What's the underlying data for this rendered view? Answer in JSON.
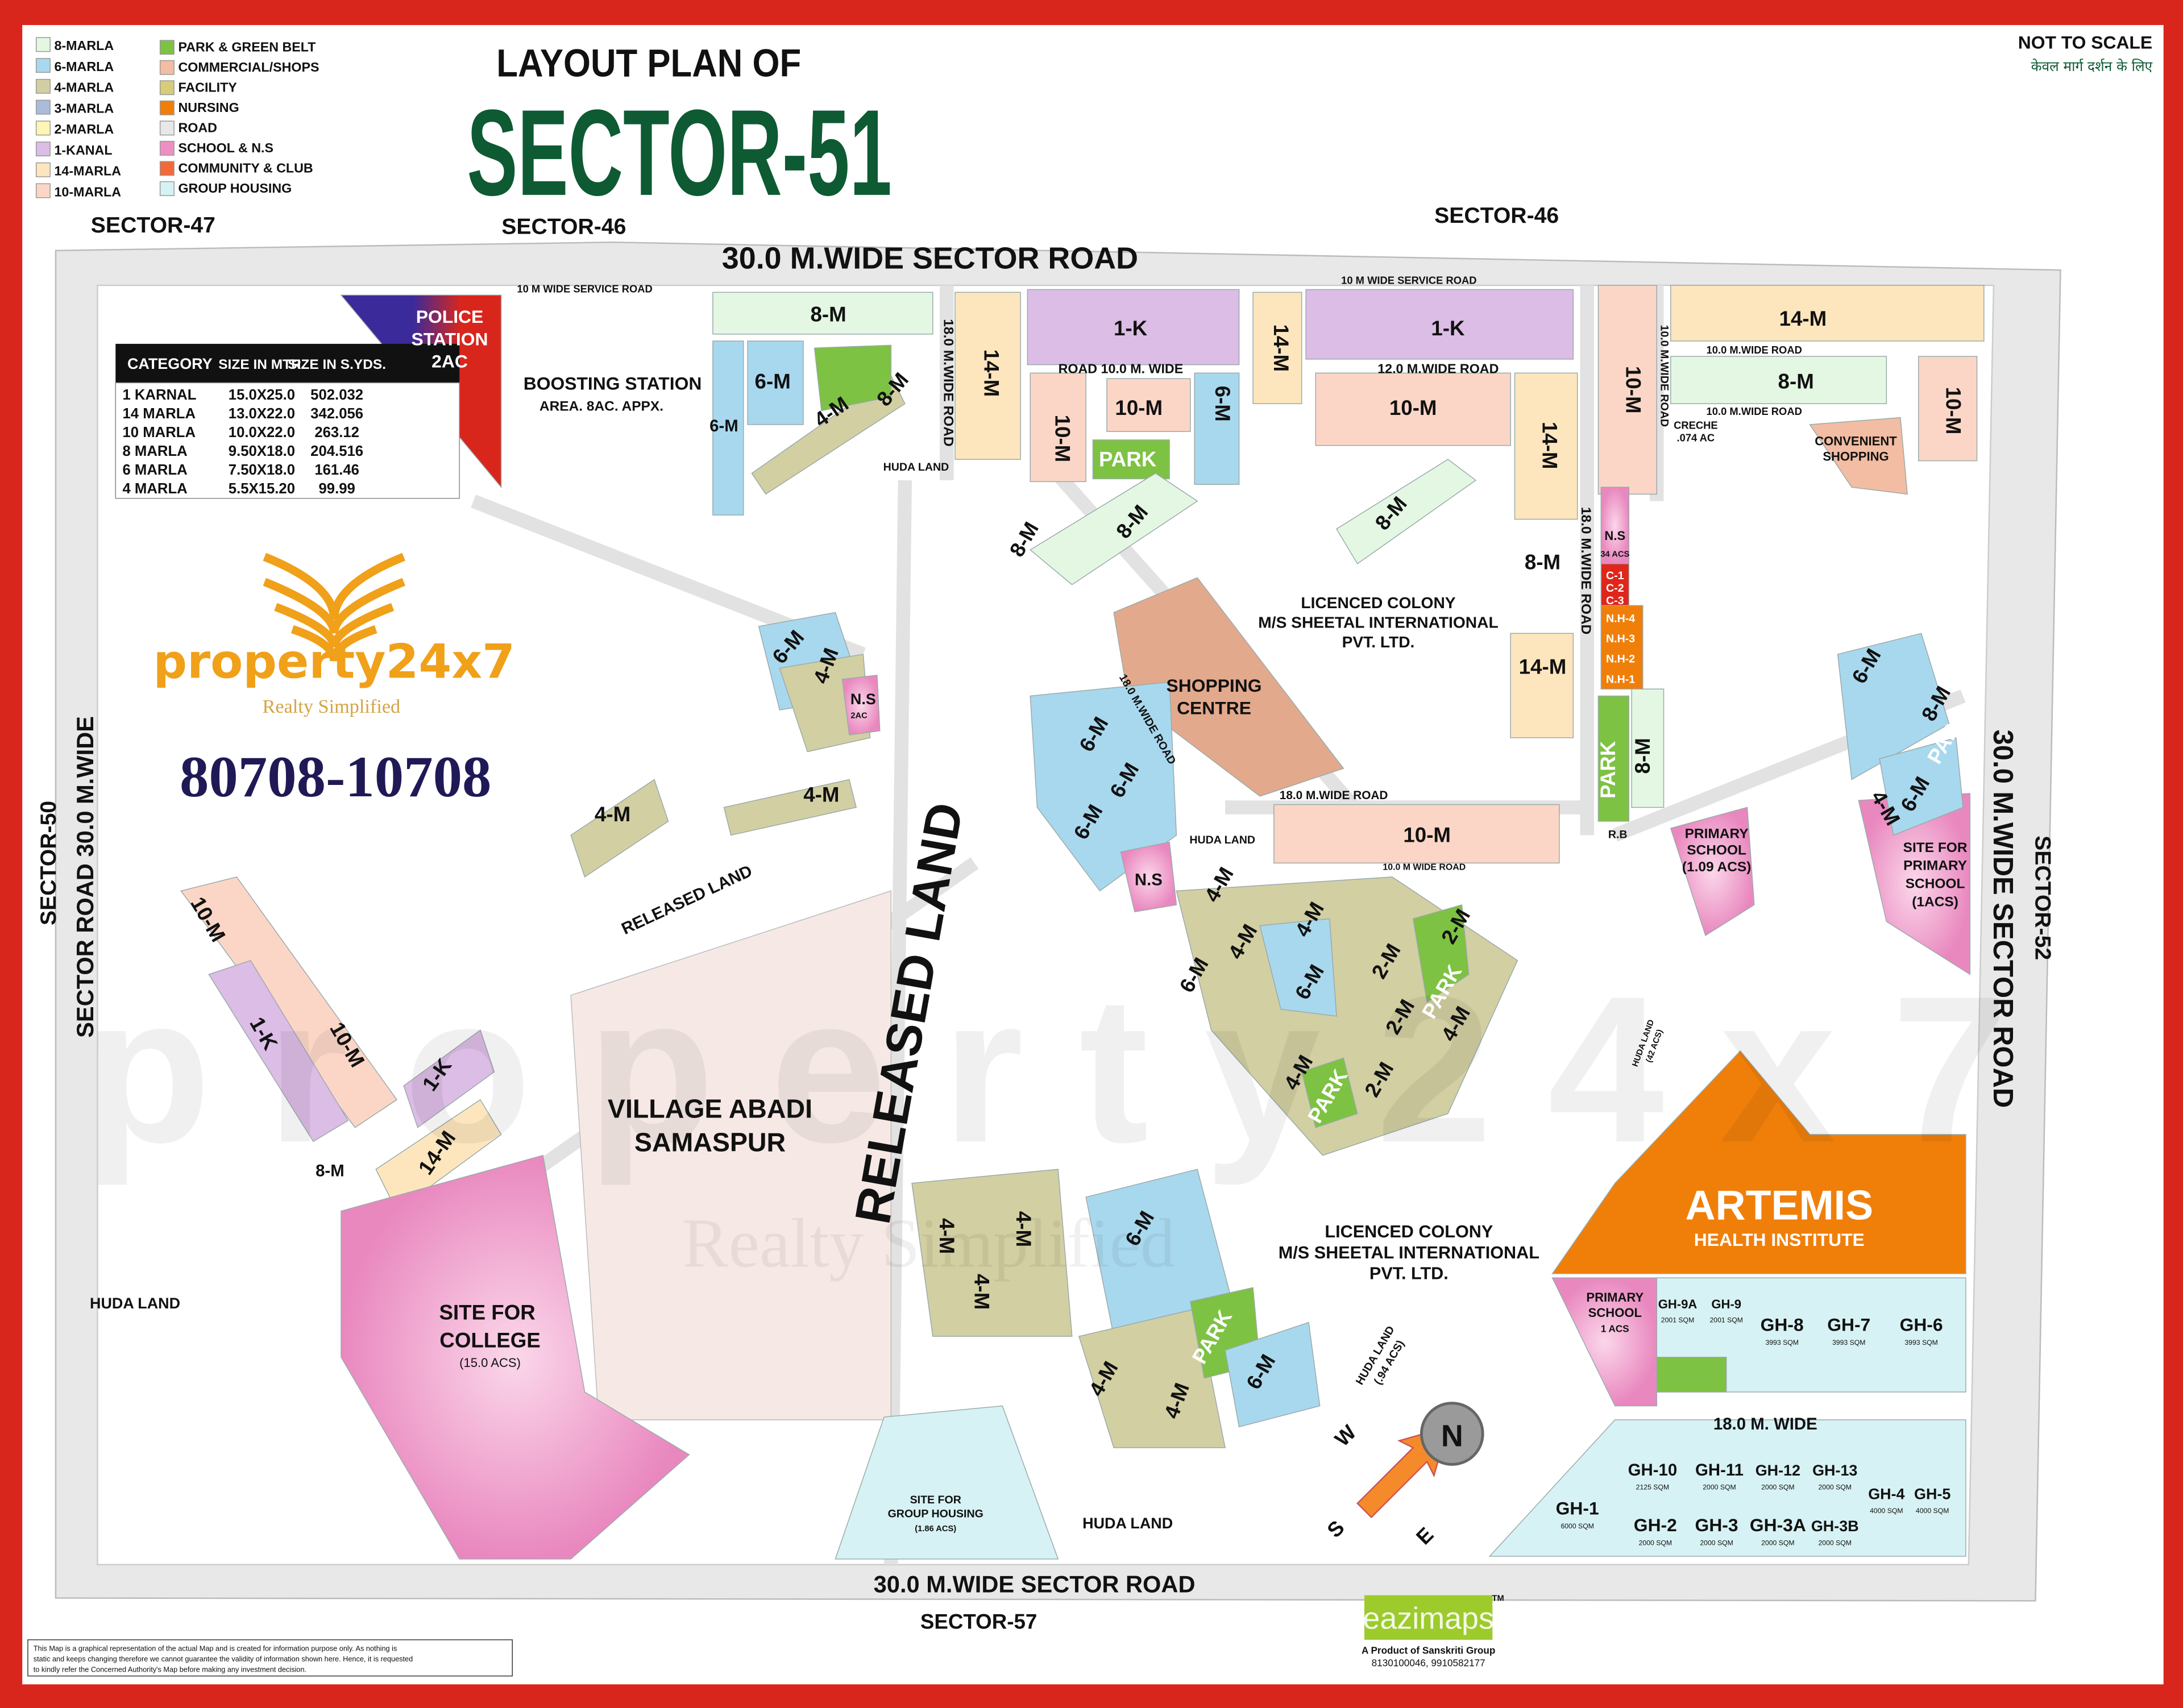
{
  "title": {
    "line1": "LAYOUT PLAN OF",
    "line2": "SECTOR-51"
  },
  "scale_note": {
    "en": "NOT TO SCALE",
    "hi": "केवल मार्ग दर्शन के लिए"
  },
  "legend": {
    "left": [
      {
        "label": "8-MARLA",
        "color": "#e3f7e3"
      },
      {
        "label": "6-MARLA",
        "color": "#a8d8ee"
      },
      {
        "label": "4-MARLA",
        "color": "#d2cfa2"
      },
      {
        "label": "3-MARLA",
        "color": "#a9bcd9"
      },
      {
        "label": "2-MARLA",
        "color": "#fdf6b4"
      },
      {
        "label": "1-KANAL",
        "color": "#dcbde6"
      },
      {
        "label": "14-MARLA",
        "color": "#fde6bd"
      },
      {
        "label": "10-MARLA",
        "color": "#fbd6c6"
      }
    ],
    "right": [
      {
        "label": "PARK & GREEN BELT",
        "color": "#7dc242"
      },
      {
        "label": "COMMERCIAL/SHOPS",
        "color": "#f2bda3"
      },
      {
        "label": "FACILITY",
        "color": "#d6cc7a"
      },
      {
        "label": "NURSING",
        "color": "#f07f0a"
      },
      {
        "label": "ROAD",
        "color": "#e8e8e8"
      },
      {
        "label": "SCHOOL & N.S",
        "color": "#ee8fc4"
      },
      {
        "label": "COMMUNITY & CLUB",
        "color": "#f26a3a"
      },
      {
        "label": "GROUP HOUSING",
        "color": "#d7f2f4"
      }
    ]
  },
  "size_table": {
    "headers": [
      "CATEGORY",
      "SIZE IN MTR.",
      "SIZE IN S.YDS."
    ],
    "rows": [
      [
        "1  KARNAL",
        "15.0X25.0",
        "502.032"
      ],
      [
        "14 MARLA",
        "13.0X22.0",
        "342.056"
      ],
      [
        "10 MARLA",
        "10.0X22.0",
        "263.12"
      ],
      [
        "8  MARLA",
        "9.50X18.0",
        "204.516"
      ],
      [
        "6  MARLA",
        "7.50X18.0",
        "161.46"
      ],
      [
        "4  MARLA",
        "5.5X15.20",
        "99.99"
      ]
    ]
  },
  "surroundings": {
    "sector47": "SECTOR-47",
    "sector46_left": "SECTOR-46",
    "sector46_right": "SECTOR-46",
    "sector50": "SECTOR-50",
    "sector52": "SECTOR-52",
    "sector57": "SECTOR-57"
  },
  "roads": {
    "top": "30.0 M.WIDE SECTOR ROAD",
    "bottom": "30.0 M.WIDE SECTOR ROAD",
    "left": "SECTOR ROAD 30.0 M.WIDE",
    "right": "30.0 M.WIDE SECTOR ROAD",
    "service_left": "10 M WIDE SERVICE ROAD",
    "service_right": "10 M WIDE SERVICE ROAD",
    "r18_top": "18.0 M.WIDE ROAD",
    "r10_top": "ROAD 10.0 M. WIDE",
    "r12": "12.0 M.WIDE ROAD",
    "r10_right1": "10.0 M.WIDE ROAD",
    "r10_right2": "10.0 M.WIDE ROAD",
    "r10_vert": "10.0 M.WIDE ROAD",
    "r18_right": "18.0 M.WIDE ROAD",
    "r18_mid": "18.0 M.WIDE ROAD",
    "r18_diag": "18.0 M.WIDE ROAD",
    "r10_mid": "10.0 M WIDE ROAD",
    "r18_gh": "18.0     M.     WIDE"
  },
  "areas": {
    "police_station": [
      "POLICE",
      "STATION",
      "2AC"
    ],
    "boosting_station": [
      "BOOSTING STATION",
      "AREA. 8AC. APPX."
    ],
    "released_land_big": "RELEASED LAND",
    "released_land_small": "RELEASED LAND",
    "village_abadi": [
      "VILLAGE ABADI",
      "SAMASPUR"
    ],
    "site_college": [
      "SITE FOR",
      "COLLEGE",
      "(15.0 ACS)"
    ],
    "shopping_centre": [
      "SHOPPING",
      "CENTRE"
    ],
    "licenced_colony_1": [
      "LICENCED COLONY",
      "M/S SHEETAL INTERNATIONAL",
      "PVT. LTD."
    ],
    "licenced_colony_2": [
      "LICENCED COLONY",
      "M/S SHEETAL INTERNATIONAL",
      "PVT. LTD."
    ],
    "artemis": [
      "ARTEMIS",
      "HEALTH INSTITUTE"
    ],
    "primary_school_gh": [
      "PRIMARY",
      "SCHOOL",
      "1 ACS"
    ],
    "primary_school_mid": [
      "PRIMARY",
      "SCHOOL",
      "(1.09 ACS)"
    ],
    "site_primary_school": [
      "SITE FOR",
      "PRIMARY",
      "SCHOOL",
      "(1ACS)"
    ],
    "site_group_housing": [
      "SITE FOR",
      "GROUP HOUSING",
      "(1.86 ACS)"
    ],
    "convenient_shopping": [
      "CONVENIENT",
      "SHOPPING"
    ],
    "creche": [
      "CRECHE",
      ".074 AC"
    ],
    "ns_right": [
      "N.S",
      "34 ACS"
    ],
    "community": [
      "C-1",
      "C-2",
      "C-3"
    ],
    "nursing": [
      "N.H-4",
      "N.H-3",
      "N.H-2",
      "N.H-1"
    ],
    "ns_mid": "N.S",
    "ns_left": [
      "N.S",
      "2AC"
    ],
    "rb": "R.B",
    "huda_land": [
      "HUDA LAND",
      "HUDA LAND",
      "HUDA LAND",
      "HUDA LAND"
    ],
    "huda_land_94": [
      "HUDA LAND",
      "(.94 ACS)"
    ],
    "huda_land_42": [
      "HUDA LAND",
      "(42 ACS)"
    ]
  },
  "blocks": [
    "8-M",
    "6-M",
    "6-M",
    "4-M",
    "8-M",
    "14-M",
    "1-K",
    "10-M",
    "10-M",
    "PARK",
    "6-M",
    "14-M",
    "1-K",
    "10-M",
    "14-M",
    "10-M",
    "14-M",
    "8-M",
    "10-M",
    "8-M",
    "8-M",
    "8-M",
    "14-M",
    "8-M",
    "6-M",
    "4-M",
    "4-M",
    "4-M",
    "6-M",
    "6-M",
    "6-M",
    "10-M",
    "4-M",
    "4-M",
    "4-M",
    "6-M",
    "6-M",
    "2-M",
    "2-M",
    "4-M",
    "2-M",
    "PARK",
    "PARK",
    "4-M",
    "2-M",
    "10-M",
    "1-K",
    "10-M",
    "1-K",
    "14-M",
    "8-M",
    "6-M",
    "8-M",
    "6-M",
    "4-M",
    "PARK",
    "PARK",
    "8-M",
    "6-M",
    "6-M",
    "4-M",
    "4-M",
    "4-M",
    "4-M",
    "PARK",
    "4-M"
  ],
  "group_housing": [
    {
      "name": "GH-9A",
      "area": "2001 SQM"
    },
    {
      "name": "GH-9",
      "area": "2001 SQM"
    },
    {
      "name": "GH-8",
      "area": "3993 SQM"
    },
    {
      "name": "GH-7",
      "area": "3993 SQM"
    },
    {
      "name": "GH-6",
      "area": "3993 SQM"
    },
    {
      "name": "GH-10",
      "area": "2125 SQM"
    },
    {
      "name": "GH-11",
      "area": "2000 SQM"
    },
    {
      "name": "GH-12",
      "area": "2000 SQM"
    },
    {
      "name": "GH-13",
      "area": "2000 SQM"
    },
    {
      "name": "GH-4",
      "area": "4000 SQM"
    },
    {
      "name": "GH-5",
      "area": "4000 SQM"
    },
    {
      "name": "GH-1",
      "area": "6000 SQM"
    },
    {
      "name": "GH-2",
      "area": "2000 SQM"
    },
    {
      "name": "GH-3",
      "area": "2000 SQM"
    },
    {
      "name": "GH-3A",
      "area": "2000 SQM"
    },
    {
      "name": "GH-3B",
      "area": "2000 SQM"
    }
  ],
  "branding": {
    "name": "property24x7",
    "tagline": "Realty Simplified",
    "phone": "80708-10708",
    "watermark": "property24x7",
    "watermark_tagline": "Realty Simplified"
  },
  "compass": {
    "n": "N",
    "e": "E",
    "s": "S",
    "w": "W"
  },
  "disclaimer": [
    "This Map is a graphical representation of the actual Map and is created for information purpose only. As nothing is",
    "static and keeps changing therefore we cannot guarantee the validity of information shown here. Hence, it is requested",
    "to kindly refer the Concerned Authority's Map before making any investment decision."
  ],
  "eazimaps": {
    "logo": "eazimaps",
    "tm": "TM",
    "line1": "A Product of Sanskriti Group",
    "line2": "8130100046, 9910582177"
  },
  "colors": {
    "border": "#d9261c",
    "title": "#0d5a33",
    "road": "#e8e8e8",
    "park": "#7dc242",
    "nursing": "#f07f0a",
    "brand_orange": "#f0a019",
    "phone": "#1f1a55"
  }
}
